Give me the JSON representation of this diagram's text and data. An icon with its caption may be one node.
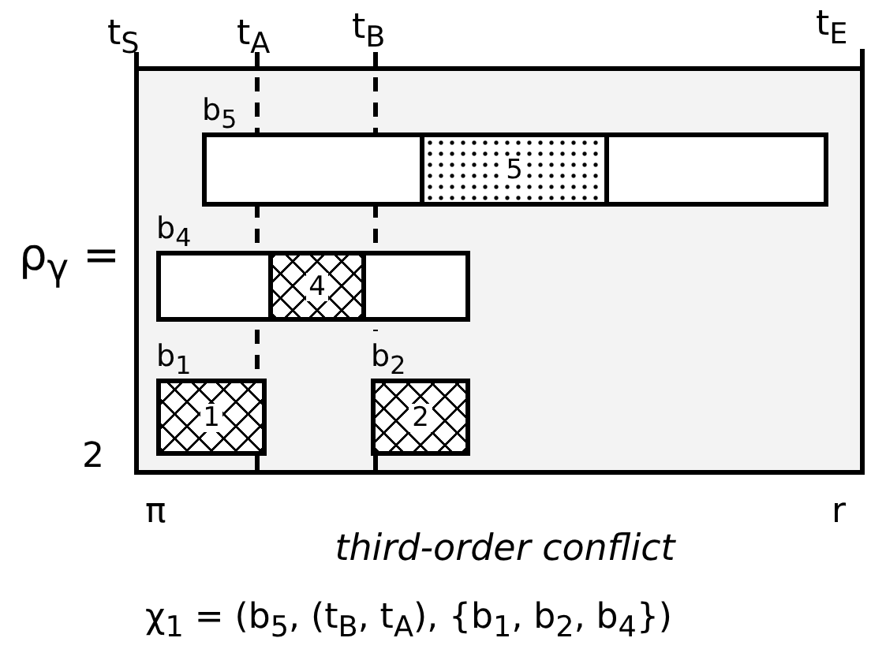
{
  "diagram": {
    "caption": "third-order conflict",
    "nodes": [
      {
        "text": [],
        "shape": "box"
      },
      {
        "text": [
          "b$_{5}$"
        ],
        "in": 0
      },
      {
        "text": [
          "5"
        ],
        "in": 1
      },
      {
        "text": [
          "b$_{4}$"
        ],
        "in": 0
      },
      {
        "text": [
          "4"
        ],
        "in": 3
      },
      {
        "text": [
          "b$_{1}$",
          "1"
        ],
        "in": 0
      },
      {
        "text": [
          "b$_{2}$",
          "2"
        ],
        "in": 0
      }
    ],
    "edges": [],
    "labels": [
      "t$_{S}$",
      "t$_{A}$",
      "t$_{B}$",
      "t$_{E}$",
      "ρ$_{γ}$ =",
      "2",
      "π",
      "r",
      "χ$_{1}$ = (b$_{5}$, (t$_{B}$, t$_{A}$), {b$_{1}$, b$_{2}$, b$_{4}$})"
    ]
  }
}
